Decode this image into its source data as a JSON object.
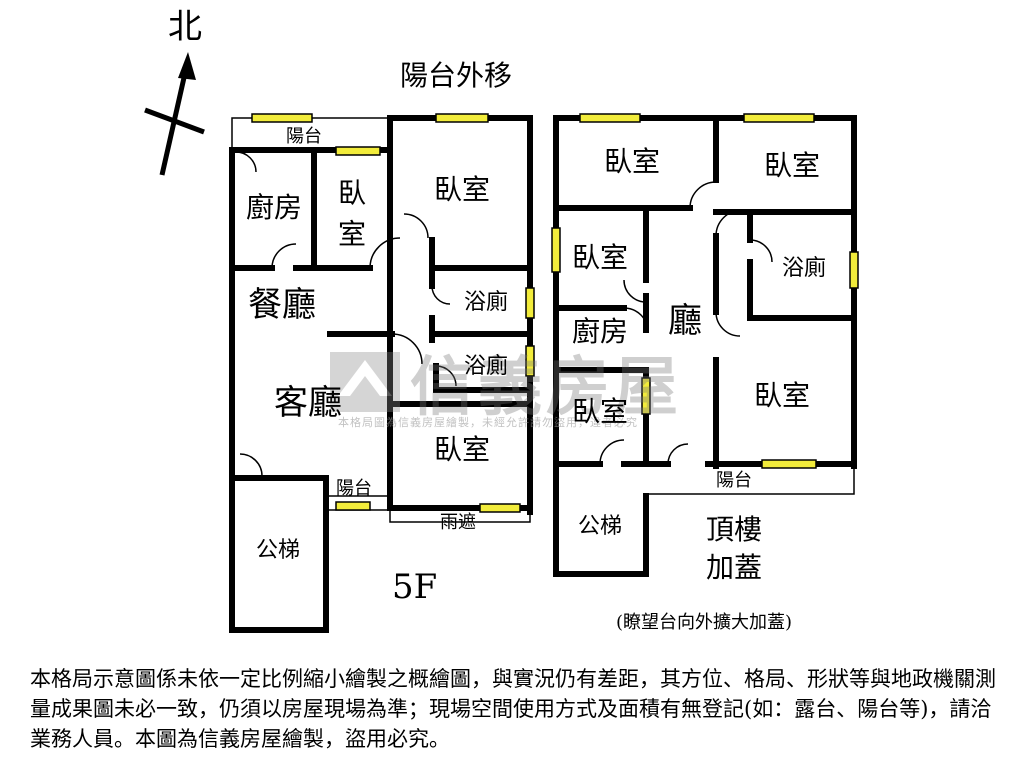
{
  "compass": {
    "north": "北"
  },
  "left_plan": {
    "rooms": {
      "kitchen": "廚房",
      "bedroom_small": "臥\n室",
      "bedroom_top": "臥室",
      "dining": "餐廳",
      "bath_1": "浴廁",
      "bath_2": "浴廁",
      "living": "客廳",
      "bedroom_bottom": "臥室",
      "stair": "公梯"
    },
    "balcony_top": "陽台",
    "balcony_bottom": "陽台",
    "awning": "雨遮",
    "balcony_moved": "陽台外移",
    "floor": "5F"
  },
  "right_plan": {
    "rooms": {
      "bedroom_tl": "臥室",
      "bedroom_tr": "臥室",
      "bedroom_ml": "臥室",
      "bath": "浴廁",
      "kitchen": "廚房",
      "hall": "廳",
      "bedroom_ll": "臥室",
      "bedroom_lr": "臥室",
      "stair": "公梯"
    },
    "balcony": "陽台",
    "roof_addition_1": "頂樓",
    "roof_addition_2": "加蓋",
    "roof_note": "(瞭望台向外擴大加蓋)"
  },
  "watermark": {
    "brand": "信義房屋",
    "small": "本格局圖為信義房屋繪製，未經允許請勿盜用，違者必究"
  },
  "disclaimer": "本格局示意圖係未依一定比例縮小繪製之概繪圖，與實況仍有差距，其方位、格局、形狀等與地政機關測量成果圖未必一致，仍須以房屋現場為準；現場空間使用方式及面積有無登記(如：露台、陽台等)，請洽業務人員。本圖為信義房屋繪製，盜用必究。",
  "colors": {
    "wall": "#000000",
    "window": "#f2ec3b",
    "watermark": "#8a8a8a"
  }
}
